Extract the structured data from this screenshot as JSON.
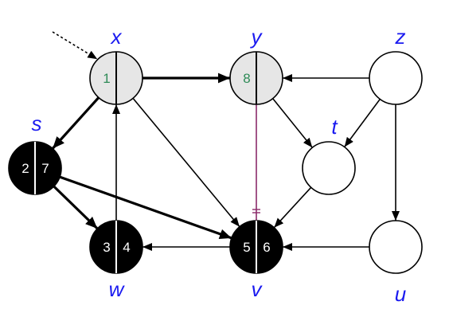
{
  "colors": {
    "label": "#1a1af0",
    "edge": "#000000",
    "back_edge": "#8b2a6a",
    "discovered_fill": "#e6e6e6",
    "discovered_text": "#2e8b57",
    "finished_fill": "#000000",
    "finished_text": "#ffffff",
    "unvisited_fill": "#ffffff"
  },
  "nodes": {
    "x": {
      "label": "x",
      "state": "discovered",
      "d": "1",
      "f": ""
    },
    "y": {
      "label": "y",
      "state": "discovered",
      "d": "8",
      "f": ""
    },
    "z": {
      "label": "z",
      "state": "unvisited",
      "d": "",
      "f": ""
    },
    "s": {
      "label": "s",
      "state": "finished",
      "d": "2",
      "f": "7"
    },
    "t": {
      "label": "t",
      "state": "unvisited",
      "d": "",
      "f": ""
    },
    "w": {
      "label": "w",
      "state": "finished",
      "d": "3",
      "f": "4"
    },
    "v": {
      "label": "v",
      "state": "finished",
      "d": "5",
      "f": "6"
    },
    "u": {
      "label": "u",
      "state": "unvisited",
      "d": "",
      "f": ""
    }
  },
  "edges": [
    {
      "from": "x",
      "to": "y",
      "kind": "tree"
    },
    {
      "from": "x",
      "to": "s",
      "kind": "tree"
    },
    {
      "from": "x",
      "to": "v",
      "kind": "normal"
    },
    {
      "from": "s",
      "to": "w",
      "kind": "tree"
    },
    {
      "from": "s",
      "to": "v",
      "kind": "tree"
    },
    {
      "from": "w",
      "to": "x",
      "kind": "normal"
    },
    {
      "from": "v",
      "to": "w",
      "kind": "normal"
    },
    {
      "from": "y",
      "to": "t",
      "kind": "normal"
    },
    {
      "from": "y",
      "to": "v",
      "kind": "examined"
    },
    {
      "from": "z",
      "to": "y",
      "kind": "normal"
    },
    {
      "from": "z",
      "to": "t",
      "kind": "normal"
    },
    {
      "from": "z",
      "to": "u",
      "kind": "normal"
    },
    {
      "from": "t",
      "to": "v",
      "kind": "normal"
    },
    {
      "from": "u",
      "to": "v",
      "kind": "normal"
    }
  ],
  "start_marker": {
    "target": "x"
  }
}
